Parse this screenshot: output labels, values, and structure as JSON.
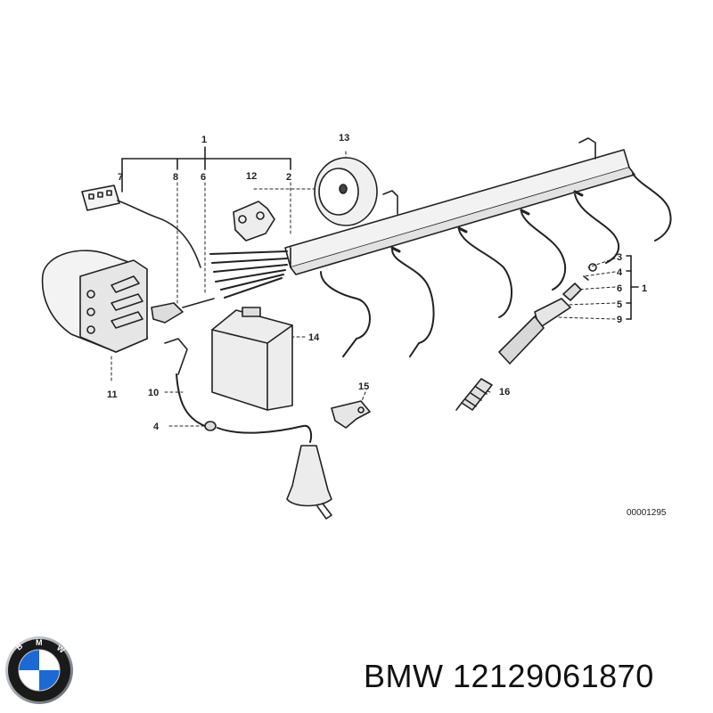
{
  "diagram": {
    "callouts": {
      "c1_top": "1",
      "c7": "7",
      "c8": "8",
      "c6_top": "6",
      "c2": "2",
      "c12": "12",
      "c13": "13",
      "c3": "3",
      "c4_right": "4",
      "c6_right": "6",
      "c1_right": "1",
      "c5": "5",
      "c9": "9",
      "c14": "14",
      "c11": "11",
      "c10": "10",
      "c4_left": "4",
      "c15": "15",
      "c16": "16"
    },
    "reference_code": "00001295"
  },
  "footer": {
    "part_title": "BMW 12129061870"
  },
  "logo": {
    "brand": "BMW",
    "colors": {
      "blue": "#1c69d4",
      "white": "#ffffff",
      "ring": "#1a1a1a",
      "chrome": "#b8bcc2"
    }
  }
}
